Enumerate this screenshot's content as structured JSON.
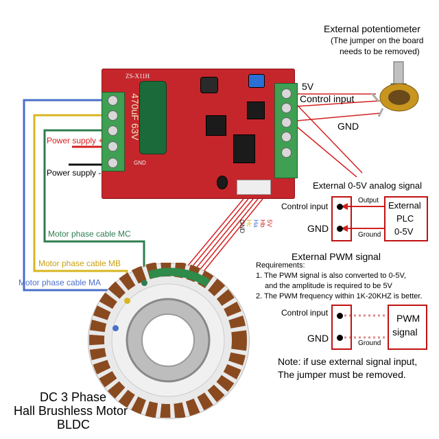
{
  "board": {
    "model": "ZS-X11H",
    "capacitor": "470uF 63V",
    "terminal_gnd": "GND"
  },
  "potentiometer": {
    "title": "External potentiometer",
    "note_line1": "(The jumper on the board",
    "note_line2": "needs to be removed)",
    "pin_5v": "5V",
    "pin_control": "Control input",
    "pin_gnd": "GND"
  },
  "power": {
    "plus": "Power supply +",
    "minus": "Power supply -"
  },
  "motor_cables": {
    "mc": "Motor phase cable MC",
    "mb": "Motor phase cable MB",
    "ma": "Motor phase cable MA"
  },
  "hall": {
    "v5": "5V",
    "hb": "Hb",
    "ha": "Ha",
    "hc": "Hc",
    "gnd": "GND"
  },
  "analog": {
    "title": "External 0-5V analog signal",
    "control_input": "Control input",
    "gnd": "GND",
    "output": "Output",
    "ground": "Ground",
    "source_line1": "External",
    "source_line2": "PLC",
    "source_line3": "0-5V"
  },
  "pwm": {
    "title": "External PWM signal",
    "req_title": "Requirements:",
    "req1_line1": "1. The PWM signal is also converted to 0-5V,",
    "req1_line2": "and the amplitude is required to be 5V",
    "req2": "2. The PWM frequency within 1K-20KHZ is better.",
    "control_input": "Control input",
    "gnd": "GND",
    "ground": "Ground",
    "source_line1": "PWM",
    "source_line2": "signal"
  },
  "note": {
    "line1": "Note:  if use external signal input,",
    "line2": "The jumper must be removed."
  },
  "motor": {
    "line1": "DC 3 Phase",
    "line2": "Hall Brushless Motor",
    "line3": "BLDC"
  },
  "colors": {
    "wire_red": "#d42020",
    "wire_blue": "#4a6fc9",
    "wire_yellow": "#d9b520",
    "wire_green": "#2f7d4f",
    "board_red": "#c5262b"
  }
}
